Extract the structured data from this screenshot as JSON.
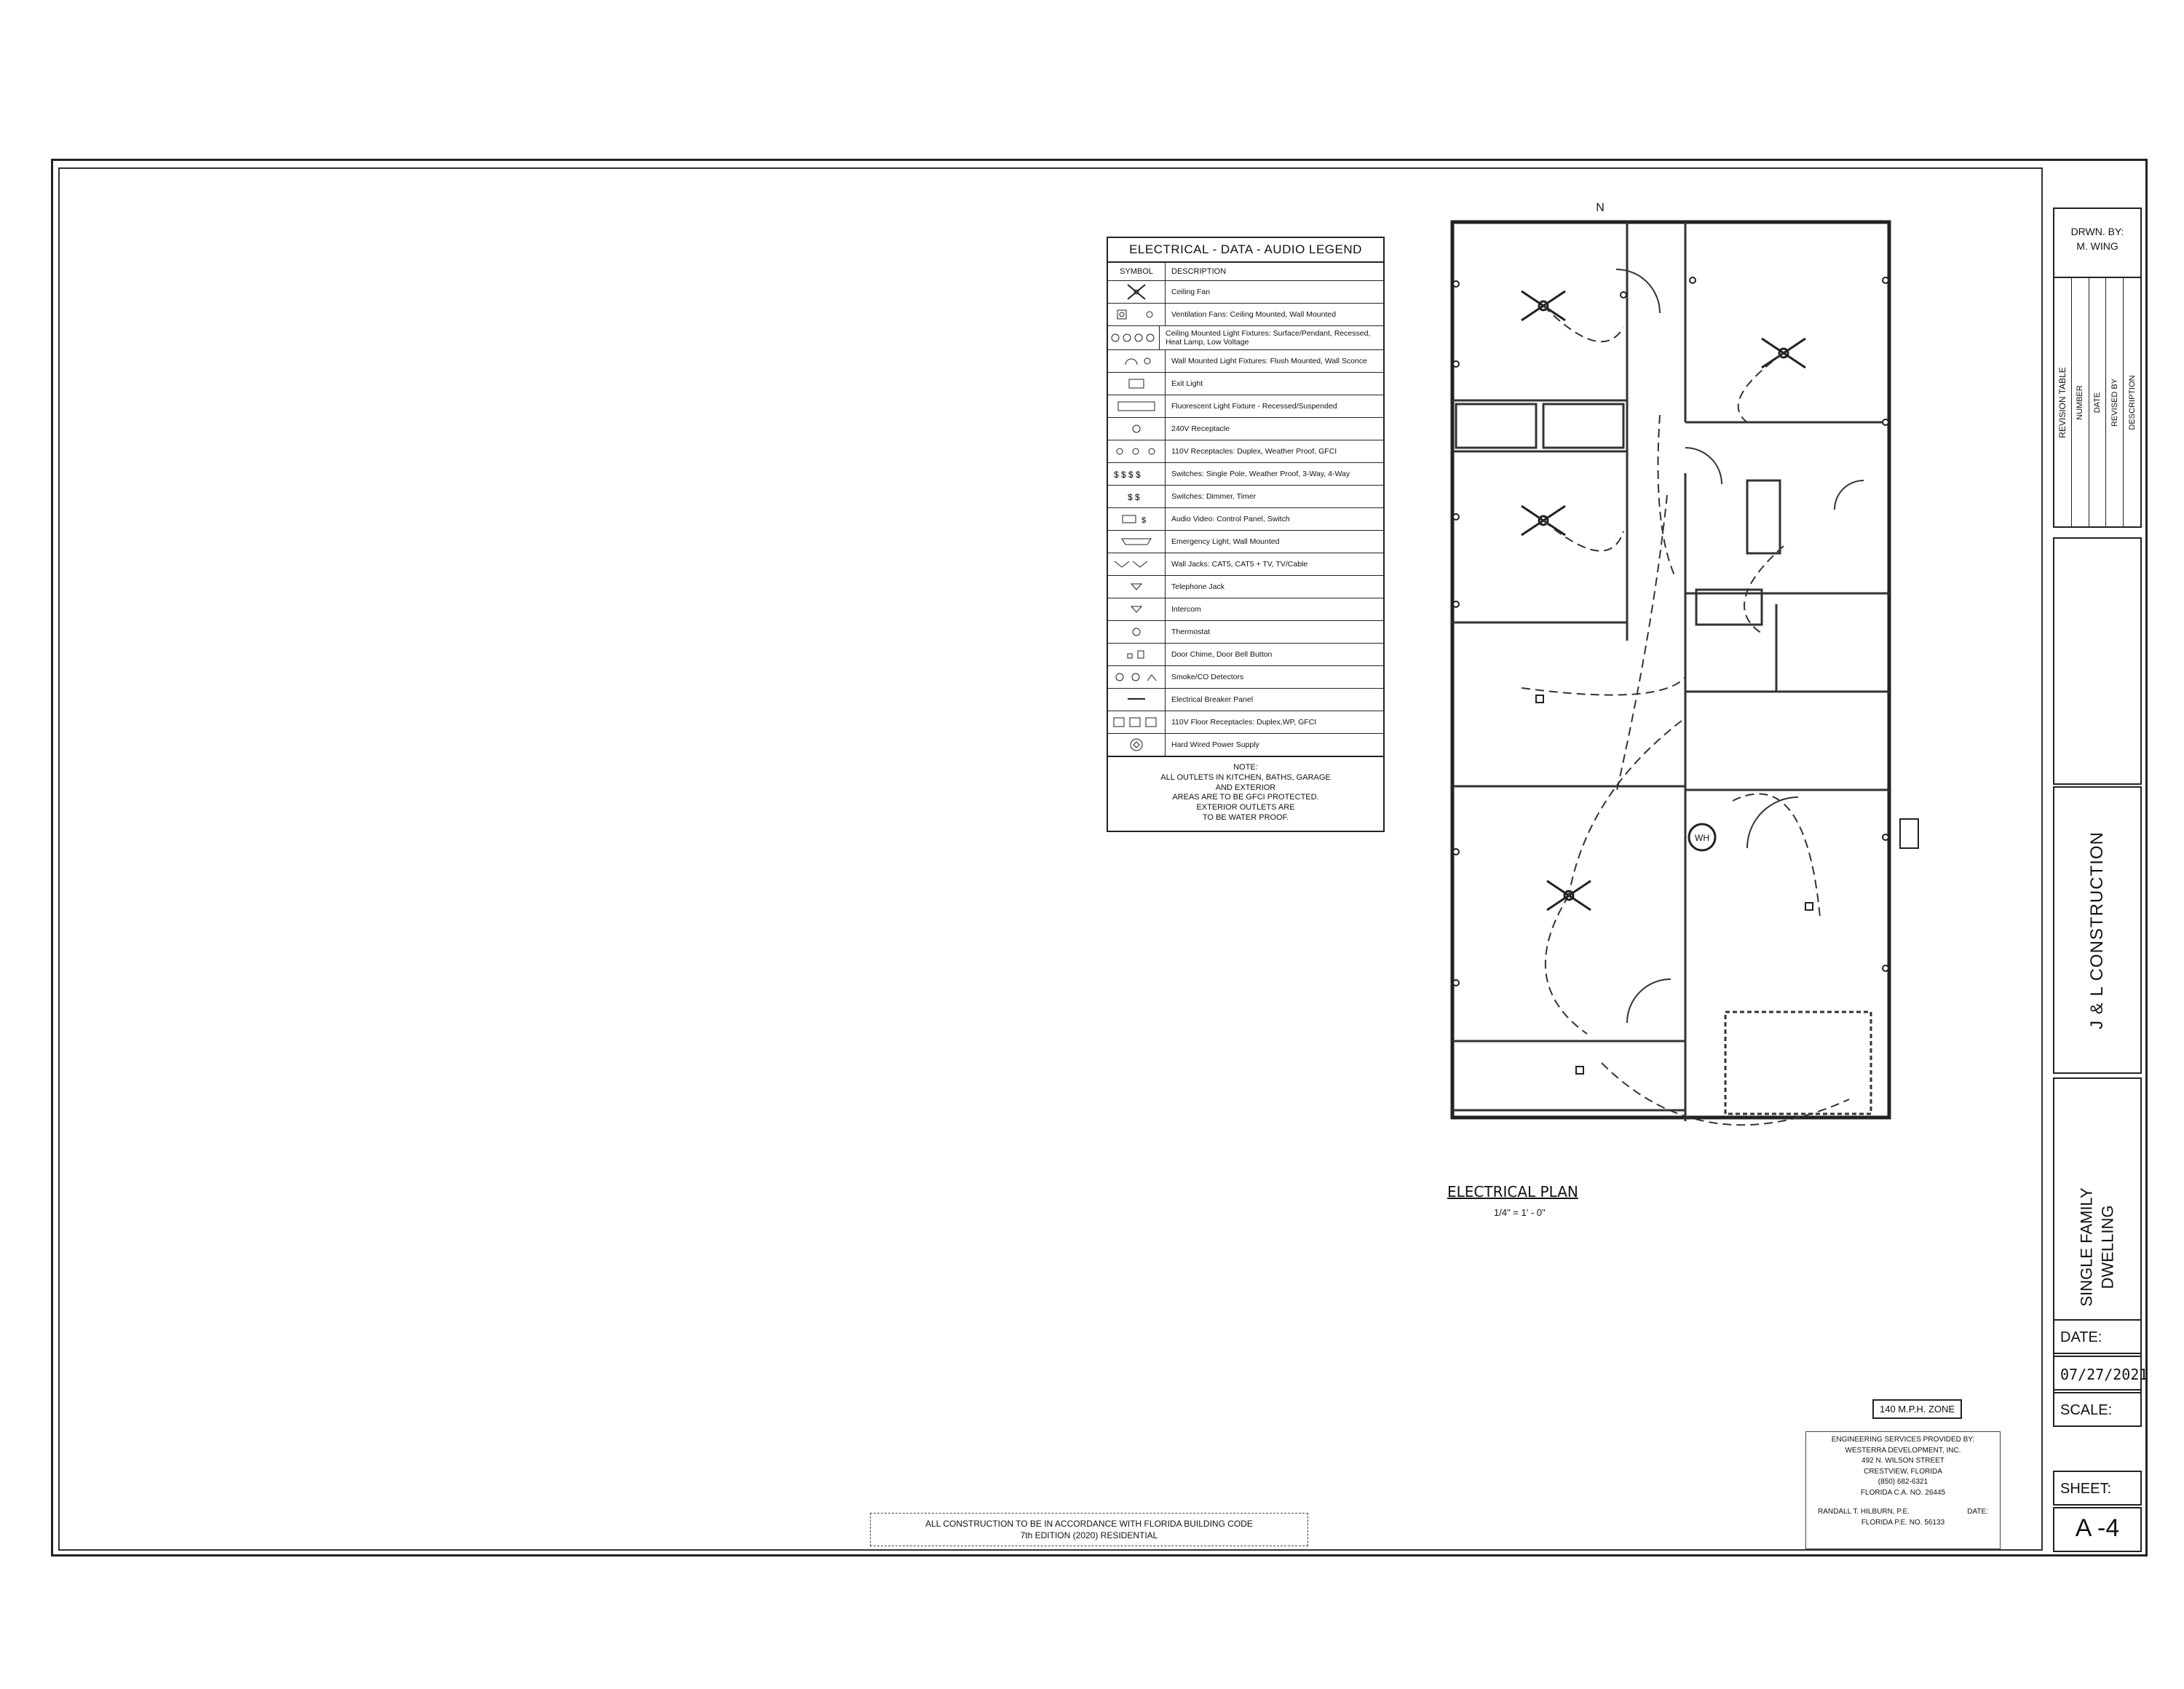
{
  "legend": {
    "title": "ELECTRICAL - DATA - AUDIO LEGEND",
    "col_symbol": "SYMBOL",
    "col_description": "DESCRIPTION",
    "items": [
      {
        "icon": "ceiling-fan-icon",
        "desc": "Ceiling Fan"
      },
      {
        "icon": "ventilation-fan-icon",
        "desc": "Ventilation Fans: Ceiling Mounted, Wall Mounted"
      },
      {
        "icon": "ceiling-light-icon",
        "desc": "Ceiling Mounted Light Fixtures: Surface/Pendant, Recessed, Heat Lamp, Low Voltage"
      },
      {
        "icon": "wall-light-icon",
        "desc": "Wall Mounted Light Fixtures: Flush Mounted, Wall Sconce"
      },
      {
        "icon": "exit-light-icon",
        "desc": "Exit Light"
      },
      {
        "icon": "fluorescent-light-icon",
        "desc": "Fluorescent Light Fixture - Recessed/Suspended"
      },
      {
        "icon": "receptacle-240v-icon",
        "desc": "240V Receptacle"
      },
      {
        "icon": "receptacle-110v-icon",
        "desc": "110V Receptacles: Duplex, Weather Proof, GFCI"
      },
      {
        "icon": "switch-icon",
        "desc": "Switches: Single Pole, Weather Proof, 3-Way, 4-Way"
      },
      {
        "icon": "dimmer-switch-icon",
        "desc": "Switches: Dimmer, Timer"
      },
      {
        "icon": "audio-video-icon",
        "desc": "Audio Video: Control Panel, Switch"
      },
      {
        "icon": "emergency-light-icon",
        "desc": "Emergency Light, Wall Mounted"
      },
      {
        "icon": "wall-jack-icon",
        "desc": "Wall Jacks: CAT5, CAT5 + TV, TV/Cable"
      },
      {
        "icon": "telephone-jack-icon",
        "desc": "Telephone Jack"
      },
      {
        "icon": "intercom-icon",
        "desc": "Intercom"
      },
      {
        "icon": "thermostat-icon",
        "desc": "Thermostat"
      },
      {
        "icon": "door-chime-icon",
        "desc": "Door Chime, Door Bell Button"
      },
      {
        "icon": "smoke-detector-icon",
        "desc": "Smoke/CO Detectors"
      },
      {
        "icon": "breaker-panel-icon",
        "desc": "Electrical Breaker Panel"
      },
      {
        "icon": "floor-receptacle-icon",
        "desc": "110V Floor Receptacles: Duplex,WP, GFCI"
      },
      {
        "icon": "power-supply-icon",
        "desc": "Hard Wired Power Supply"
      }
    ],
    "note": "NOTE:\nALL OUTLETS IN KITCHEN, BATHS, GARAGE\nAND EXTERIOR\nAREAS ARE TO BE GFCI PROTECTED.\nEXTERIOR OUTLETS ARE\nTO BE WATER PROOF."
  },
  "plan": {
    "title": "ELECTRICAL PLAN",
    "scale": "1/4\" = 1' - 0\"",
    "north": "N",
    "water_heater": "WH"
  },
  "zone": "140 M.P.H. ZONE",
  "engineering": {
    "lines": "ENGINEERING SERVICES PROVIDED BY:\nWESTERRA DEVELOPMENT, INC.\n492 N. WILSON STREET\nCRESTVIEW, FLORIDA\n(850) 682-6321\nFLORIDA C.A. NO. 26445",
    "engineer": "RANDALL T. HILBURN, P.E.",
    "license": "FLORIDA P.E. NO. 56133",
    "date_label": "DATE:"
  },
  "code_note": "ALL CONSTRUCTION TO BE IN ACCORDANCE WITH FLORIDA BUILDING CODE\n7th EDITION (2020) RESIDENTIAL",
  "title_block": {
    "drawn_by_label": "DRWN. BY:",
    "drawn_by": "M. WING",
    "revision_title": "REVISION TABLE",
    "revision_cols": [
      "NUMBER",
      "DATE",
      "REVISED BY",
      "DESCRIPTION"
    ],
    "company": "J & L CONSTRUCTION",
    "project": "SINGLE FAMILY DWELLING",
    "date_label": "DATE:",
    "date_value": "07/27/2021",
    "scale_label": "SCALE:",
    "sheet_label": "SHEET:",
    "sheet_value": "A -4"
  }
}
